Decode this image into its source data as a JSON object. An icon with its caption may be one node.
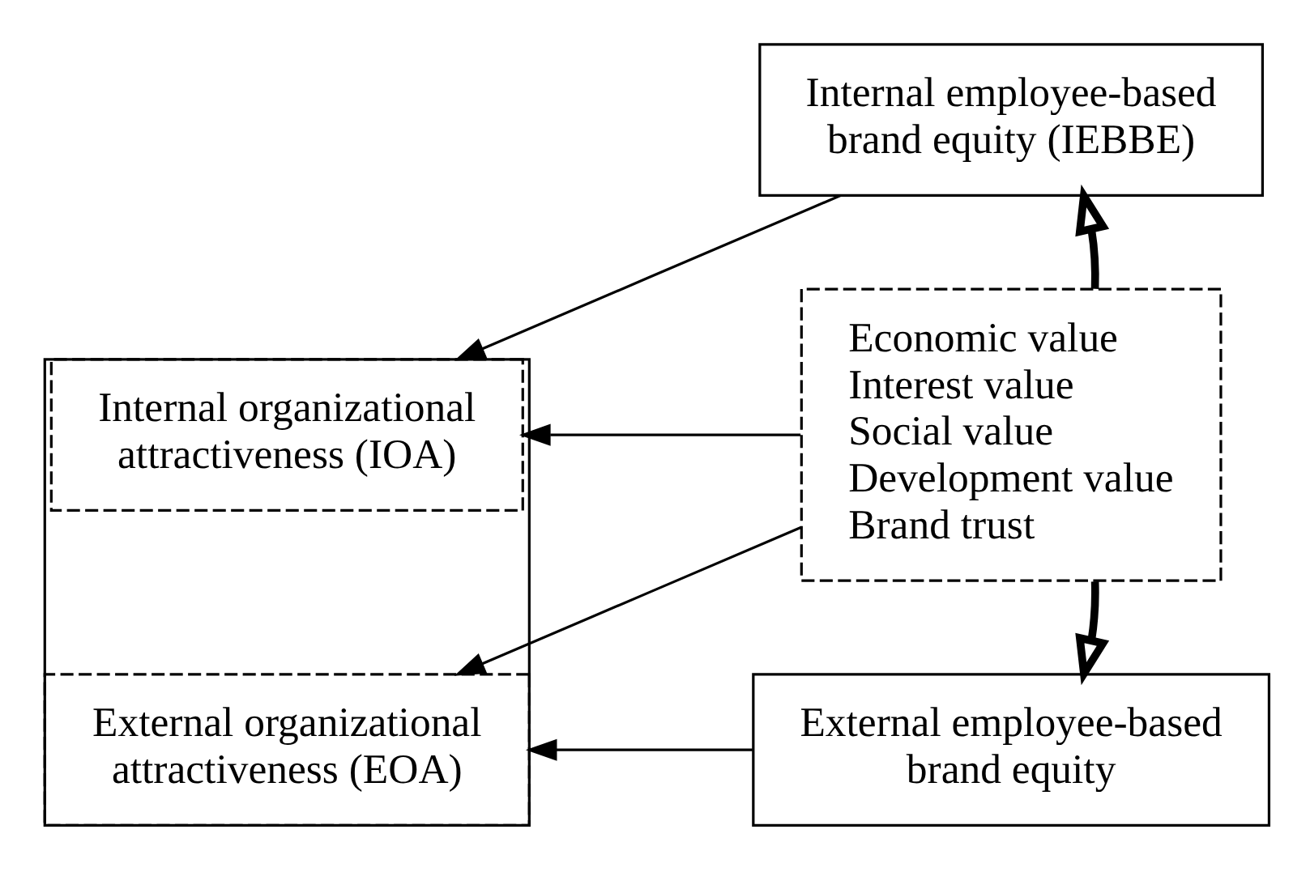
{
  "diagram": {
    "nodes": [
      {
        "text": [
          "Internal employee-based brand equity (IEBBE)"
        ]
      },
      {
        "text": [
          "Economic value",
          "Interest value",
          "Social value",
          "Development value",
          "Brand trust"
        ]
      },
      {
        "text": [],
        "shape": "box"
      },
      {
        "text": [
          "Internal organizational attractiveness (IOA)"
        ],
        "in": 2
      },
      {
        "text": [
          "External organizational attractiveness (EOA)"
        ],
        "in": 2
      },
      {
        "text": [
          "External employee-based brand equity"
        ]
      }
    ],
    "edges": [
      {
        "from": 1,
        "to": 0,
        "arrow": "to",
        "style": "thick"
      },
      {
        "from": 1,
        "to": 3,
        "arrow": "to"
      },
      {
        "from": 1,
        "to": 4,
        "arrow": "to"
      },
      {
        "from": 1,
        "to": 5,
        "arrow": "to",
        "style": "thick"
      },
      {
        "from": 0,
        "to": 3,
        "arrow": "to"
      },
      {
        "from": 5,
        "to": 4,
        "arrow": "to"
      }
    ]
  }
}
